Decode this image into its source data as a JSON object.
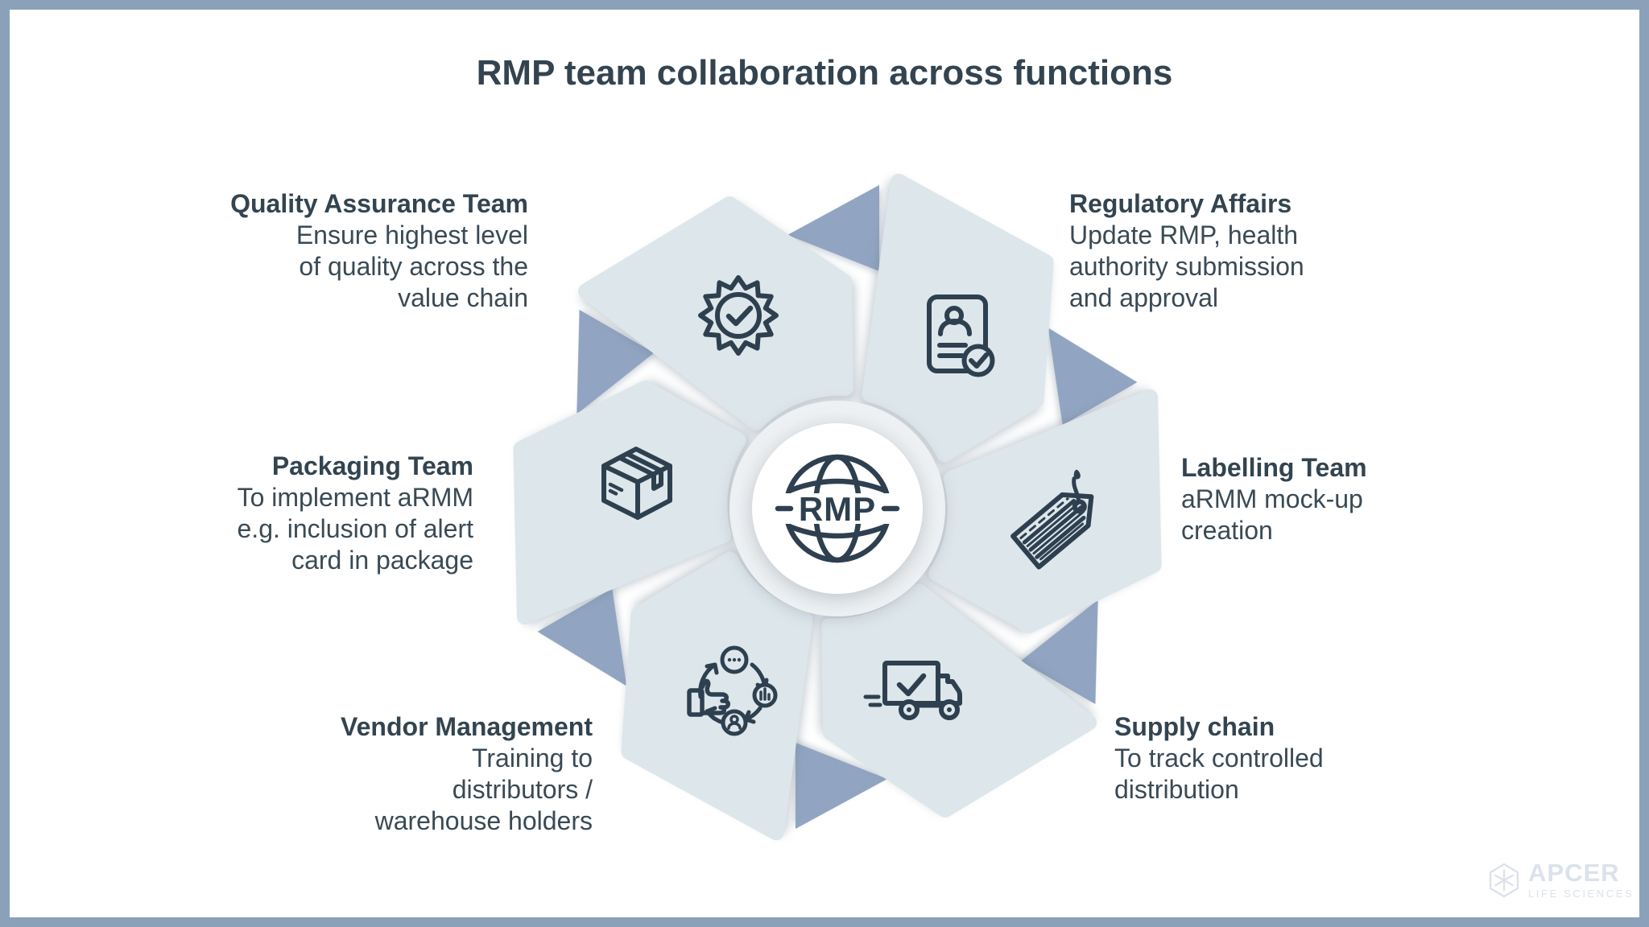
{
  "title": "RMP team collaboration across functions",
  "center": {
    "label": "RMP",
    "icon": "globe-icon"
  },
  "functions": [
    {
      "id": "quality-assurance-team",
      "title": "Quality Assurance Team",
      "description_lines": [
        "Ensure highest level",
        "of quality across the",
        "value chain"
      ],
      "icon": "quality-badge-icon",
      "position": "top-left",
      "text_align": "right"
    },
    {
      "id": "regulatory-affairs",
      "title": "Regulatory Affairs",
      "description_lines": [
        "Update RMP, health",
        "authority submission",
        "and approval"
      ],
      "icon": "id-card-check-icon",
      "position": "top-right",
      "text_align": "left"
    },
    {
      "id": "labelling-team",
      "title": "Labelling Team",
      "description_lines": [
        "aRMM mock-up",
        "creation"
      ],
      "icon": "label-tag-icon",
      "position": "right",
      "text_align": "left"
    },
    {
      "id": "supply-chain",
      "title": "Supply chain",
      "description_lines": [
        "To track controlled",
        "distribution"
      ],
      "icon": "delivery-truck-icon",
      "position": "bottom-right",
      "text_align": "left"
    },
    {
      "id": "vendor-management",
      "title": "Vendor Management",
      "description_lines": [
        "Training to",
        "distributors /",
        "warehouse holders"
      ],
      "icon": "vendor-collaboration-icon",
      "position": "bottom-left",
      "text_align": "right"
    },
    {
      "id": "packaging-team",
      "title": "Packaging Team",
      "description_lines": [
        "To implement aRMM",
        "e.g. inclusion of alert",
        "card in package"
      ],
      "icon": "package-box-icon",
      "position": "left",
      "text_align": "right"
    }
  ],
  "logo": {
    "name": "APCER",
    "subtitle": "LIFE SCIENCES",
    "icon": "hexagon-asterisk-logo-icon"
  },
  "colors": {
    "background": "#ffffff",
    "frame_border": "#8ba1b9",
    "petal": "#dde6ea",
    "pinwheel_triangle": "#91a5c2",
    "icon_ink": "#2e4050",
    "heading_text": "#334450",
    "body_text": "#3a4a55",
    "center_disc": "#eef1f3",
    "logo": "#dce2ec"
  }
}
